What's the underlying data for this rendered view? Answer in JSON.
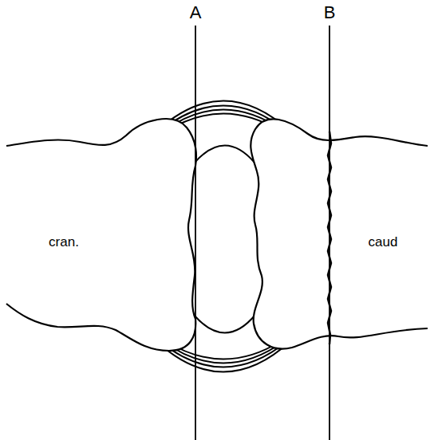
{
  "diagram": {
    "labels": [
      "A",
      "B",
      "cran.",
      "caud"
    ]
  }
}
